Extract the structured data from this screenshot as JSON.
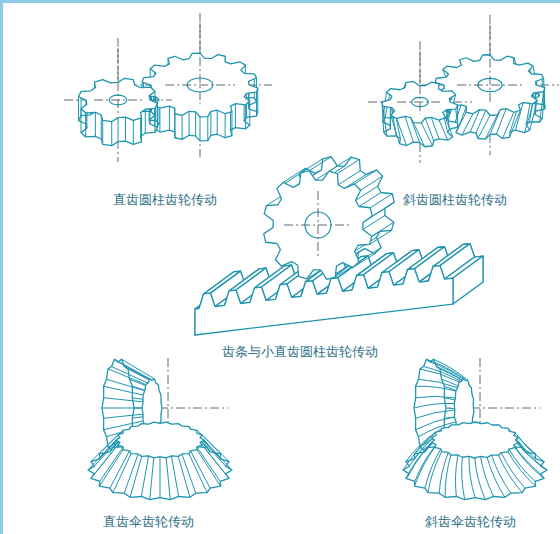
{
  "diagram": {
    "labels": [
      "直齿圆柱齿轮传动",
      "斜齿圆柱齿轮传动",
      "齿条与小直齿圆柱齿轮传动",
      "直齿伞齿轮传动",
      "斜齿伞齿轮传动"
    ]
  }
}
